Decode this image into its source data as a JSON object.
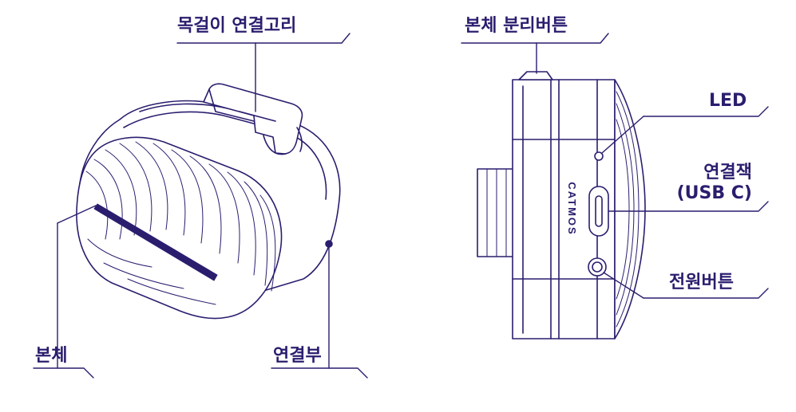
{
  "colors": {
    "line": "#2b1d6e",
    "body": "#ffffff"
  },
  "labels": {
    "necklace_hook": "목걸이 연결고리",
    "main_body": "본체",
    "connector": "연결부",
    "detach_button": "본체 분리버튼",
    "led": "LED",
    "port_line1": "연결잭",
    "port_line2": "(USB C)",
    "power_button": "전원버튼"
  },
  "device": {
    "brand": "CATMOS"
  }
}
